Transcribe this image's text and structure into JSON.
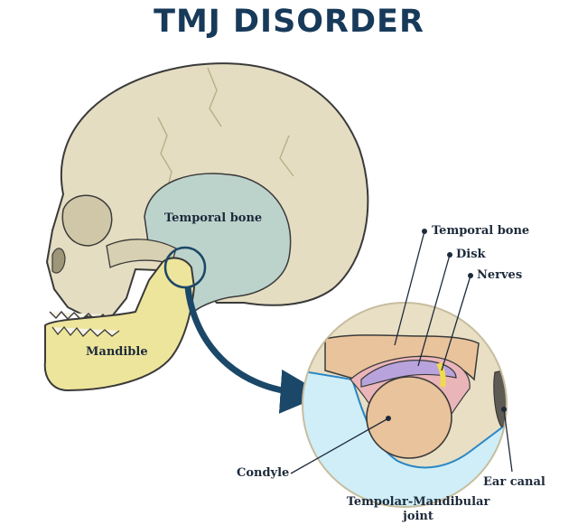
{
  "title": "TMJ DISORDER",
  "labels": {
    "temporal_bone_skull": "Temporal bone",
    "mandible": "Mandible",
    "temporal_bone_inset": "Temporal bone",
    "disk": "Disk",
    "nerves": "Nerves",
    "condyle": "Condyle",
    "ear_canal": "Ear canal",
    "joint_line1": "Tempolar-Mandibular",
    "joint_line2": "joint"
  },
  "colors": {
    "title": "#173a5a",
    "skull": "#e4ddc2",
    "temporal_bone": "#bcd3cc",
    "mandible": "#eee59c",
    "bone_marrow": "#e9c39b",
    "disk": "#b9a3dd",
    "soft_tissue": "#eab5b9",
    "nerve": "#f0da4f",
    "skin_blue": "#cfeef8",
    "arrow": "#1b4868"
  }
}
